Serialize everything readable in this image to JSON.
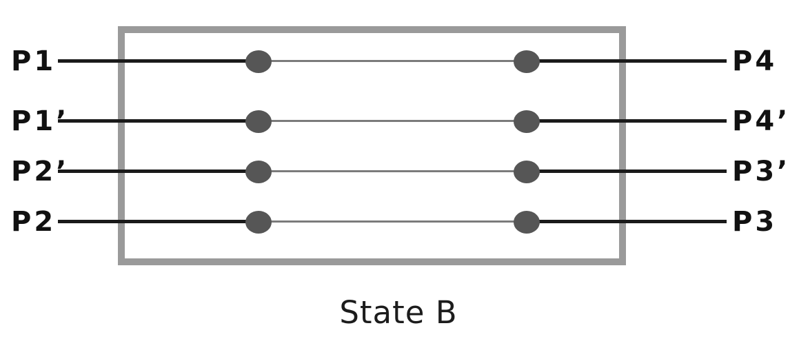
{
  "diagram": {
    "caption": "State B",
    "colors": {
      "box_border": "#9a9a9a",
      "dot_fill": "#565656",
      "wire_outer": "#1a1a1a",
      "wire_inner": "#7b7b7b",
      "label_text": "#111111",
      "caption_text": "#1c1c1c"
    },
    "rows": [
      {
        "left_label": "P1",
        "right_label": "P4"
      },
      {
        "left_label": "P1’",
        "right_label": "P4’"
      },
      {
        "left_label": "P2’",
        "right_label": "P3’"
      },
      {
        "left_label": "P2",
        "right_label": "P3"
      }
    ]
  }
}
